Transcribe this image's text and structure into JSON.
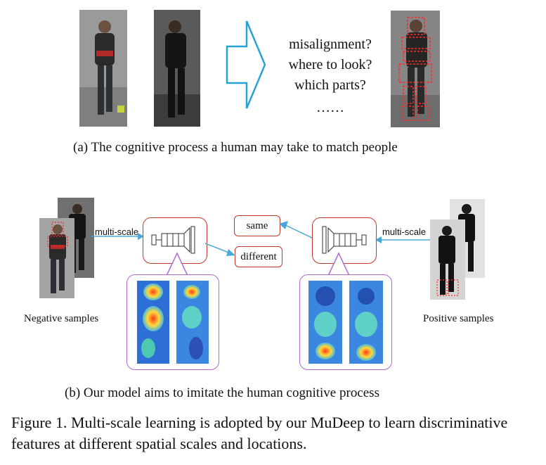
{
  "part_a": {
    "questions": [
      "misalignment?",
      "where to look?",
      "which parts?",
      "……"
    ],
    "caption": "(a) The cognitive process a human may take to match people"
  },
  "part_b": {
    "label_multiscale_left": "multi-scale",
    "label_multiscale_right": "multi-scale",
    "box_same": "same",
    "box_different": "different",
    "negative_label": "Negative samples",
    "positive_label": "Positive samples",
    "caption": "(b) Our model aims to imitate the human cognitive process"
  },
  "figure_caption": "Figure 1. Multi-scale learning is adopted by our MuDeep to learn discriminative features at different spatial scales and locations.",
  "colors": {
    "arrow_outline": "#29a3d6",
    "connector": "#4aa8d8",
    "network_box": "#c0392b",
    "callout_left": "#b06ad0",
    "callout_right": "#b06ad0",
    "dash_red": "#ff2a2a"
  }
}
